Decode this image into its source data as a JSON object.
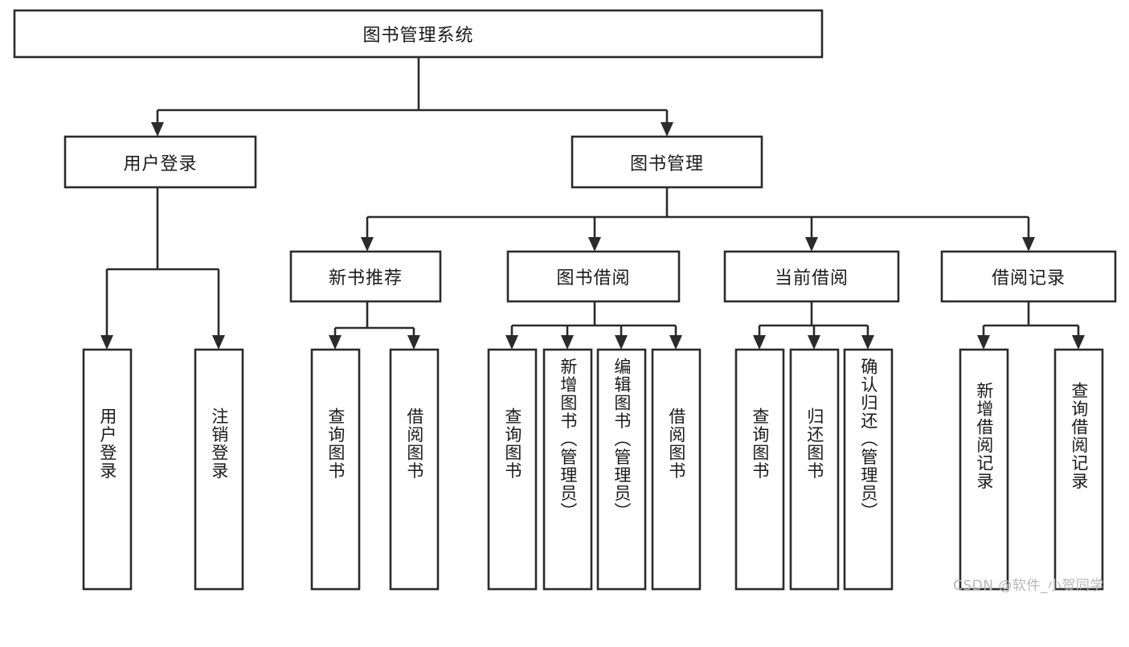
{
  "diagram": {
    "type": "tree-hierarchy",
    "title": "图书管理系统",
    "orientation": "top-down",
    "colors": {
      "box_stroke": "#2b2b2b",
      "box_fill": "#ffffff",
      "edge": "#2b2b2b",
      "text": "#1a1a1a",
      "background": "#ffffff",
      "watermark": "#b8b8b8"
    },
    "root": {
      "label": "图书管理系统"
    },
    "level2": [
      {
        "label": "用户登录"
      },
      {
        "label": "图书管理"
      }
    ],
    "level3": [
      {
        "label": "新书推荐"
      },
      {
        "label": "图书借阅"
      },
      {
        "label": "当前借阅"
      },
      {
        "label": "借阅记录"
      }
    ],
    "leaves": {
      "user_login": [
        {
          "label": "用户登录"
        },
        {
          "label": "注销登录"
        }
      ],
      "new_book_recommend": [
        {
          "label": "查询图书"
        },
        {
          "label": "借阅图书"
        }
      ],
      "book_borrow": [
        {
          "label": "查询图书"
        },
        {
          "label": "新增图书（管理员）"
        },
        {
          "label": "编辑图书（管理员）"
        },
        {
          "label": "借阅图书"
        }
      ],
      "current_borrow": [
        {
          "label": "查询图书"
        },
        {
          "label": "归还图书"
        },
        {
          "label": "确认归还（管理员）"
        }
      ],
      "borrow_record": [
        {
          "label": "新增借阅记录"
        },
        {
          "label": "查询借阅记录"
        }
      ]
    },
    "watermark": "CSDN @软件_小贺同学"
  }
}
